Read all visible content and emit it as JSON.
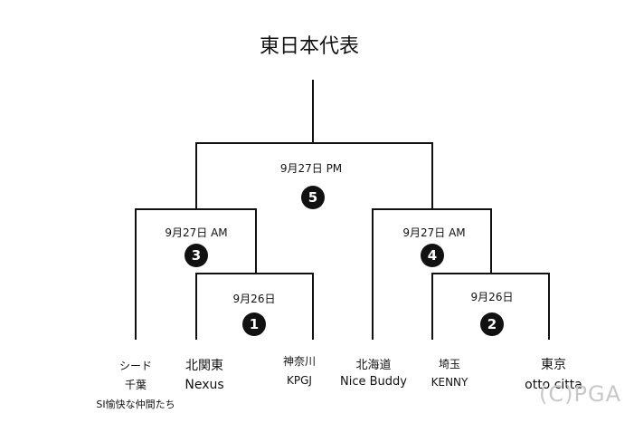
{
  "title": "東日本代表",
  "matches": [
    {
      "number": "5",
      "date": "9月27日 PM"
    },
    {
      "number": "3",
      "date": "9月27日 AM"
    },
    {
      "number": "4",
      "date": "9月27日 AM"
    },
    {
      "number": "1",
      "date": "9月26日"
    },
    {
      "number": "2",
      "date": "9月26日"
    }
  ],
  "teams": [
    {
      "region": "シード",
      "name": "千葉",
      "extra": "SI愉快な仲間たち"
    },
    {
      "region": "北関東",
      "name": "Nexus"
    },
    {
      "region": "神奈川",
      "name": "KPGJ"
    },
    {
      "region": "北海道",
      "name": "Nice Buddy"
    },
    {
      "region": "埼玉",
      "name": "KENNY"
    },
    {
      "region": "東京",
      "name": "otto citta"
    }
  ],
  "watermark": "(C)PGA",
  "colors": {
    "line": "#111111",
    "circle": "#111111",
    "watermark": "#c8c8c8"
  }
}
